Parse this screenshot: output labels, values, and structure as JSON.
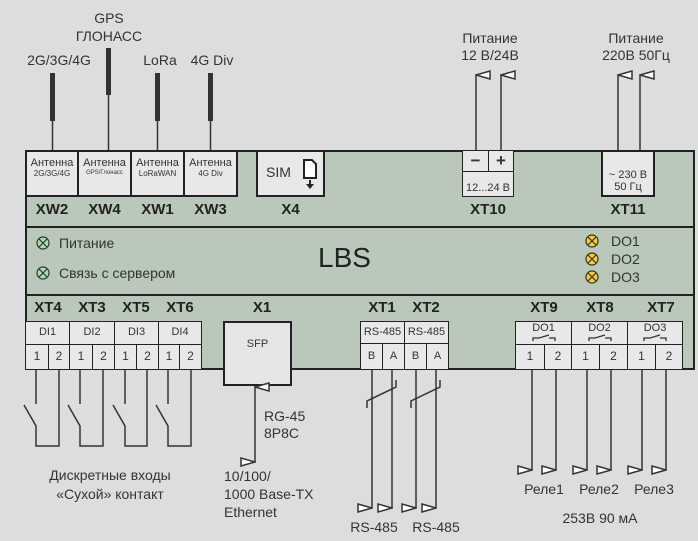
{
  "antennas": [
    {
      "id": "xw2",
      "top_label": "2G/3G/4G",
      "box_title": "Антенна",
      "box_sub": "2G/3G/4G",
      "connector": "XW2"
    },
    {
      "id": "xw4",
      "top_label": "GPS\nГЛОНАСС",
      "box_title": "Антенна",
      "box_sub": "GPS/Глонасс",
      "connector": "XW4"
    },
    {
      "id": "xw1",
      "top_label": "LoRa",
      "box_title": "Антенна",
      "box_sub": "LoRaWAN",
      "connector": "XW1"
    },
    {
      "id": "xw3",
      "top_label": "4G Div",
      "box_title": "Антенна",
      "box_sub": "4G Div",
      "connector": "XW3"
    }
  ],
  "gps_line1": "GPS",
  "gps_line2": "ГЛОНАСС",
  "sim": {
    "label": "SIM",
    "connector": "X4",
    "icon": "sim-card-icon"
  },
  "power_dc": {
    "title_line1": "Питание",
    "title_line2": "12 В/24В",
    "minus": "−",
    "plus": "+",
    "range": "12...24 В",
    "connector": "XT10"
  },
  "power_ac": {
    "title_line1": "Питание",
    "title_line2": "220В 50Гц",
    "line1": "~ 230 В",
    "line2": "50 Гц",
    "connector": "XT11"
  },
  "device": {
    "name": "LBS"
  },
  "indicators_left": [
    {
      "label": "Питание",
      "color": "#a6dcae"
    },
    {
      "label": "Связь с сервером",
      "color": "#a6dcae"
    }
  ],
  "indicators_right": [
    {
      "label": "DO1",
      "color": "#f5cd2e"
    },
    {
      "label": "DO2",
      "color": "#f5cd2e"
    },
    {
      "label": "DO3",
      "color": "#f5cd2e"
    }
  ],
  "digital_inputs": [
    {
      "connector": "XT4",
      "name": "DI1",
      "pins": [
        "1",
        "2"
      ]
    },
    {
      "connector": "XT3",
      "name": "DI2",
      "pins": [
        "1",
        "2"
      ]
    },
    {
      "connector": "XT5",
      "name": "DI3",
      "pins": [
        "1",
        "2"
      ]
    },
    {
      "connector": "XT6",
      "name": "DI4",
      "pins": [
        "1",
        "2"
      ]
    }
  ],
  "di_caption_line1": "Дискретные входы",
  "di_caption_line2": "«Сухой» контакт",
  "sfp": {
    "connector": "X1",
    "label": "SFP",
    "cable_line1": "RG-45",
    "cable_line2": "8P8C",
    "eth_line1": "10/100/",
    "eth_line2": "1000 Base-TX",
    "eth_line3": "Ethernet"
  },
  "rs485": [
    {
      "connector": "XT1",
      "name": "RS-485",
      "pins": [
        "B",
        "A"
      ],
      "caption": "RS-485"
    },
    {
      "connector": "XT2",
      "name": "RS-485",
      "pins": [
        "B",
        "A"
      ],
      "caption": "RS-485"
    }
  ],
  "relays": [
    {
      "connector": "XT9",
      "name": "DO1",
      "pins": [
        "1",
        "2"
      ],
      "caption": "Реле1"
    },
    {
      "connector": "XT8",
      "name": "DO2",
      "pins": [
        "1",
        "2"
      ],
      "caption": "Реле2"
    },
    {
      "connector": "XT7",
      "name": "DO3",
      "pins": [
        "1",
        "2"
      ],
      "caption": "Реле3"
    }
  ],
  "relay_rating": "253В 90 мА"
}
